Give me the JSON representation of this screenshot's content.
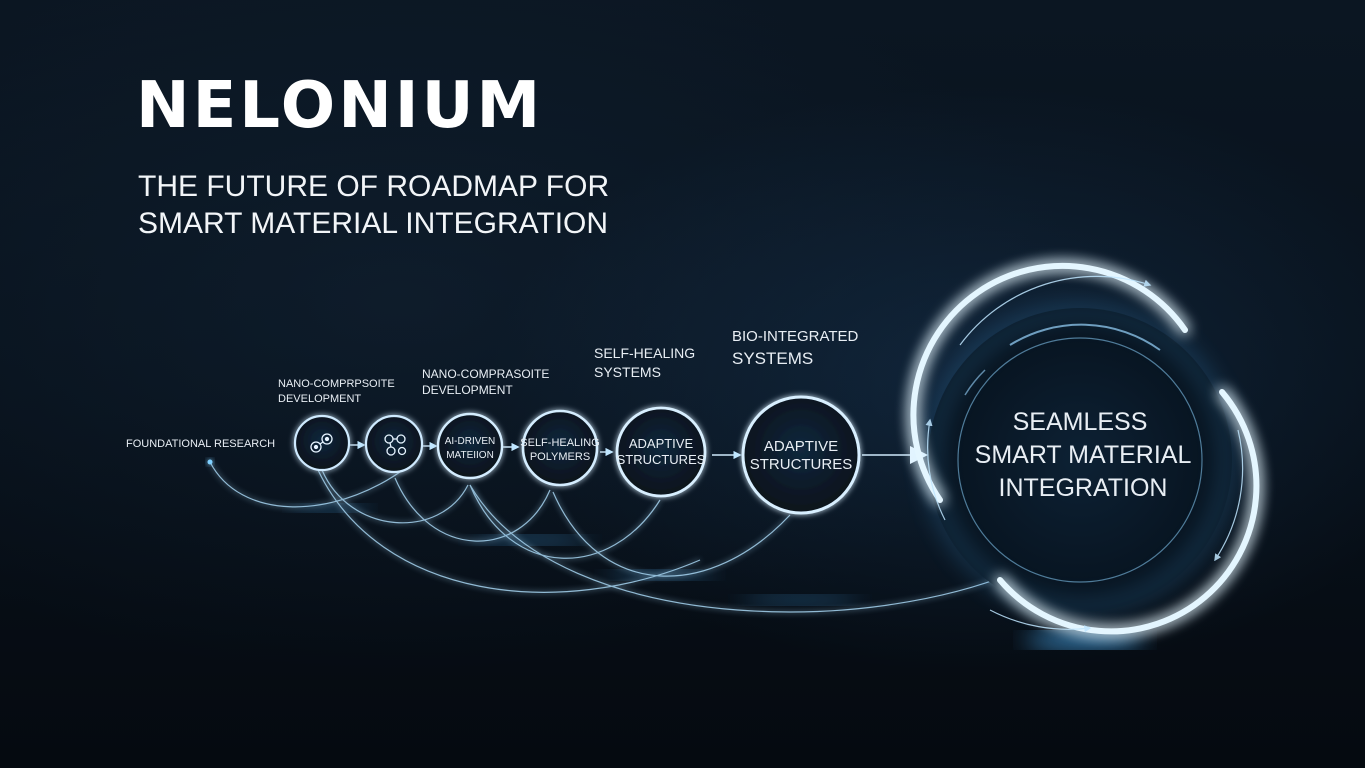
{
  "header": {
    "brand": "NELONIUM",
    "subtitle_line1": "THE FUTURE OF ROADMAP FOR",
    "subtitle_line2": "SMART MATERIAL INTEGRATION"
  },
  "roadmap": {
    "start_label": "FOUNDATIONAL RESEARCH",
    "top_labels": [
      {
        "line1": "NANO-COMPRPSOITE",
        "line2": "DEVELOPMENT"
      },
      {
        "line1": "NANO-COMPRASOITE",
        "line2": "DEVELOPMENT"
      },
      {
        "line1": "SELF-HEALING",
        "line2": "SYSTEMS"
      },
      {
        "line1": "BIO-INTEGRATED",
        "line2": "SYSTEMS"
      }
    ],
    "stages": [
      {
        "icon": "molecule-icon",
        "line1": "",
        "line2": ""
      },
      {
        "icon": "network-nodes-icon",
        "line1": "",
        "line2": ""
      },
      {
        "icon": "",
        "line1": "AI-DRIVEN",
        "line2": "MATEIION"
      },
      {
        "icon": "",
        "line1": "SELF-HEALING",
        "line2": "POLYMERS"
      },
      {
        "icon": "",
        "line1": "ADAPTIVE",
        "line2": "STRUCTURES"
      },
      {
        "icon": "",
        "line1": "ADAPTIVE",
        "line2": "STRUCTURES"
      }
    ],
    "goal": {
      "line1": "SEAMLESS",
      "line2": "SMART MATERIAL",
      "line3": "INTEGRATION"
    }
  },
  "colors": {
    "glow": "#4fb6ff",
    "ring": "#bfe6ff",
    "text": "#e8eef4"
  }
}
